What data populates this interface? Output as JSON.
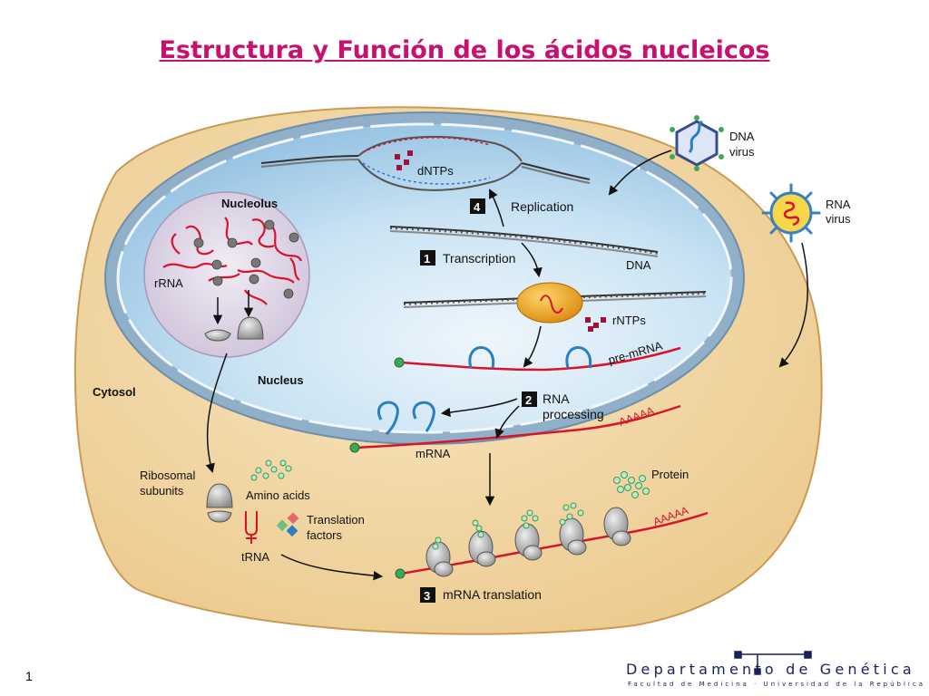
{
  "slide": {
    "title": "Estructura y Función de los ácidos nucleicos",
    "page_number": "1"
  },
  "footer": {
    "department": "Departamento de Genética",
    "subtitle": "Facultad de Medicina · Universidad de la República"
  },
  "diagram": {
    "labels": {
      "nucleolus": "Nucleolus",
      "rrna": "rRNA",
      "nucleus": "Nucleus",
      "cytosol": "Cytosol",
      "dntps": "dNTPs",
      "replication": "Replication",
      "transcription": "Transcription",
      "dna": "DNA",
      "rntps": "rNTPs",
      "pre_mrna": "pre-mRNA",
      "rna_processing_1": "RNA",
      "rna_processing_2": "processing",
      "aaaaa_nucleus": "AAAAA",
      "mrna": "mRNA",
      "ribosomal_1": "Ribosomal",
      "ribosomal_2": "subunits",
      "amino_acids": "Amino acids",
      "translation_factors_1": "Translation",
      "translation_factors_2": "factors",
      "trna": "tRNA",
      "protein": "Protein",
      "aaaaa_cytosol": "AAAAA",
      "mrna_translation": "mRNA translation",
      "dna_virus_1": "DNA",
      "dna_virus_2": "virus",
      "rna_virus_1": "RNA",
      "rna_virus_2": "virus"
    },
    "steps": {
      "transcription": "1",
      "rna_processing": "2",
      "mrna_translation": "3",
      "replication": "4"
    },
    "colors": {
      "cytoplasm": "#f3d9a6",
      "nucleus": "#bfdcef",
      "nucleolus": "#e4dcea",
      "rna": "#d8132b",
      "title": "#c8106e",
      "polymerase": "#f0a020",
      "department": "#1a1f5e"
    }
  }
}
